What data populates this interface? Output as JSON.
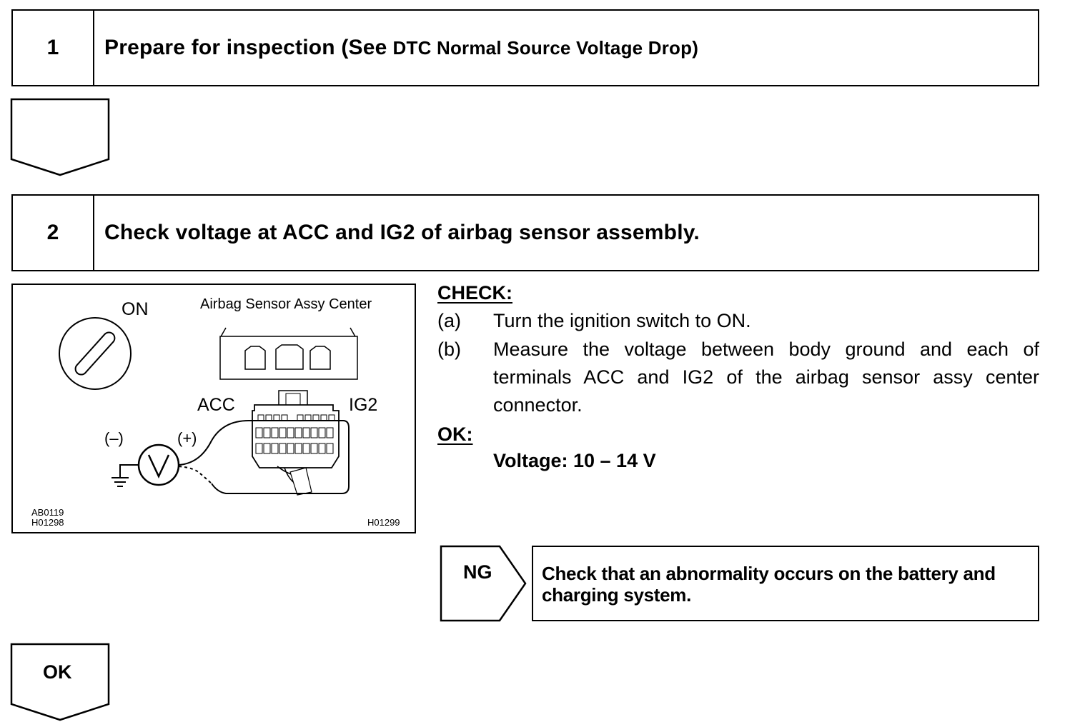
{
  "step1": {
    "number": "1",
    "title": "Prepare for inspection (See",
    "title_ref": "DTC Normal Source Voltage Drop)"
  },
  "step2": {
    "number": "2",
    "title": "Check voltage at ACC and IG2 of airbag sensor assembly."
  },
  "figure": {
    "on_label": "ON",
    "connector_title": "Airbag Sensor Assy Center",
    "acc_label": "ACC",
    "ig2_label": "IG2",
    "minus_label": "(–)",
    "plus_label": "(+)",
    "meter_symbol": "V",
    "code_left_1": "AB0119",
    "code_left_2": "H01298",
    "code_right": "H01299"
  },
  "check": {
    "heading": "CHECK:",
    "items": [
      {
        "letter": "(a)",
        "text": "Turn the ignition switch to ON."
      },
      {
        "letter": "(b)",
        "text": "Measure the voltage between body ground and each of terminals ACC and IG2 of the airbag sensor assy center connector."
      }
    ],
    "ok_heading": "OK:",
    "ok_value": "Voltage: 10 – 14 V"
  },
  "ng": {
    "label": "NG",
    "text": "Check that an abnormality occurs on the battery and charging system."
  },
  "ok_arrow": {
    "label": "OK"
  }
}
